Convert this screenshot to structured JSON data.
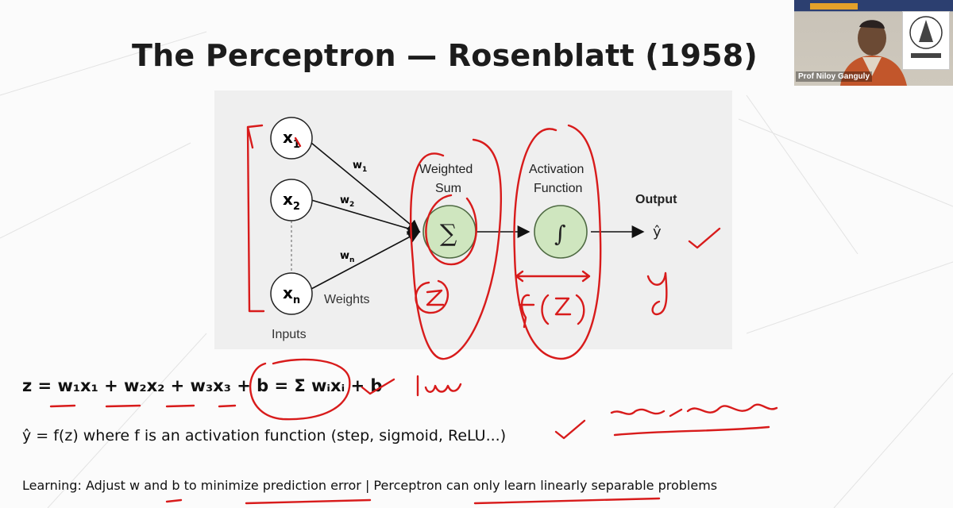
{
  "slide": {
    "title": "The Perceptron — Rosenblatt (1958)",
    "diagram": {
      "inputs": [
        {
          "label": "x",
          "sub": "1"
        },
        {
          "label": "x",
          "sub": "2"
        },
        {
          "label": "x",
          "sub": "n"
        }
      ],
      "weights": [
        {
          "label": "w",
          "sub": "1"
        },
        {
          "label": "w",
          "sub": "2"
        },
        {
          "label": "w",
          "sub": "n"
        }
      ],
      "weights_caption": "Weights",
      "inputs_caption": "Inputs",
      "sum_caption_line1": "Weighted",
      "sum_caption_line2": "Sum",
      "sum_symbol": "∑",
      "activation_caption_line1": "Activation",
      "activation_caption_line2": "Function",
      "activation_symbol": "∫",
      "output_caption": "Output",
      "output_symbol": "ŷ"
    },
    "equation_main": "z = w₁x₁ + w₂x₂ + w₃x₃ + b = Σ wᵢxᵢ + b",
    "equation_yhat": "ŷ = f(z)  where f is an activation function (step, sigmoid, ReLU...)",
    "learning_note": "Learning: Adjust w and b to minimize prediction error  |  Perceptron can only learn linearly separable problems"
  },
  "annotations": {
    "linear_note": "linear",
    "nonlinear_note": "non-linear function",
    "z_note": "z",
    "fz_note": "f(z)",
    "y_note": "y"
  },
  "video": {
    "presenter_name": "Prof Niloy Ganguly"
  },
  "colors": {
    "ink": "#d81b1b",
    "node_fill": "#cfe6bf",
    "node_stroke": "#4f6b43",
    "diagram_bg": "#efefef"
  }
}
